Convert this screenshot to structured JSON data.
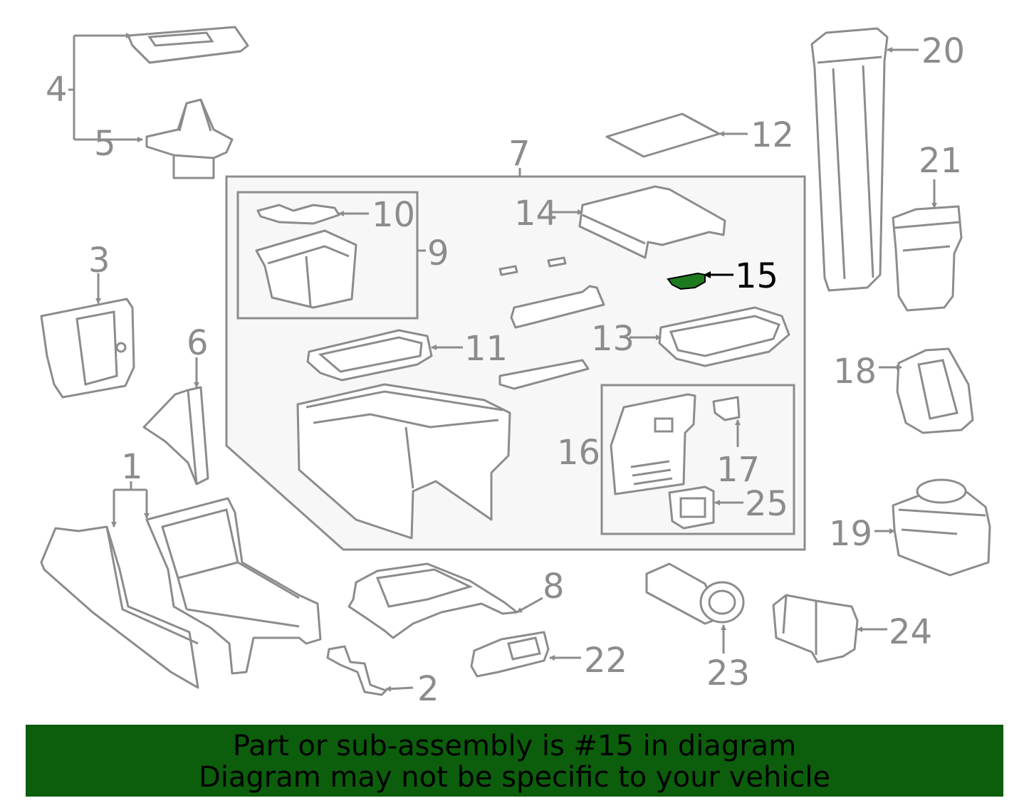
{
  "colors": {
    "part_stroke": "#8c8c8c",
    "highlight_part": "#1e7a1e",
    "banner_bg": "#0c5e0c",
    "banner_text": "#000000"
  },
  "highlighted_part": "15",
  "callouts": {
    "c1": "1",
    "c2": "2",
    "c3": "3",
    "c4": "4",
    "c5": "5",
    "c6": "6",
    "c7": "7",
    "c8": "8",
    "c9": "9",
    "c10": "10",
    "c11": "11",
    "c12": "12",
    "c13": "13",
    "c14": "14",
    "c15": "15",
    "c16": "16",
    "c17": "17",
    "c18": "18",
    "c19": "19",
    "c20": "20",
    "c21": "21",
    "c22": "22",
    "c23": "23",
    "c24": "24",
    "c25": "25"
  },
  "banner": {
    "line1": "Part or sub-assembly is #15 in diagram",
    "line2": "Diagram may not be specific to your vehicle"
  }
}
